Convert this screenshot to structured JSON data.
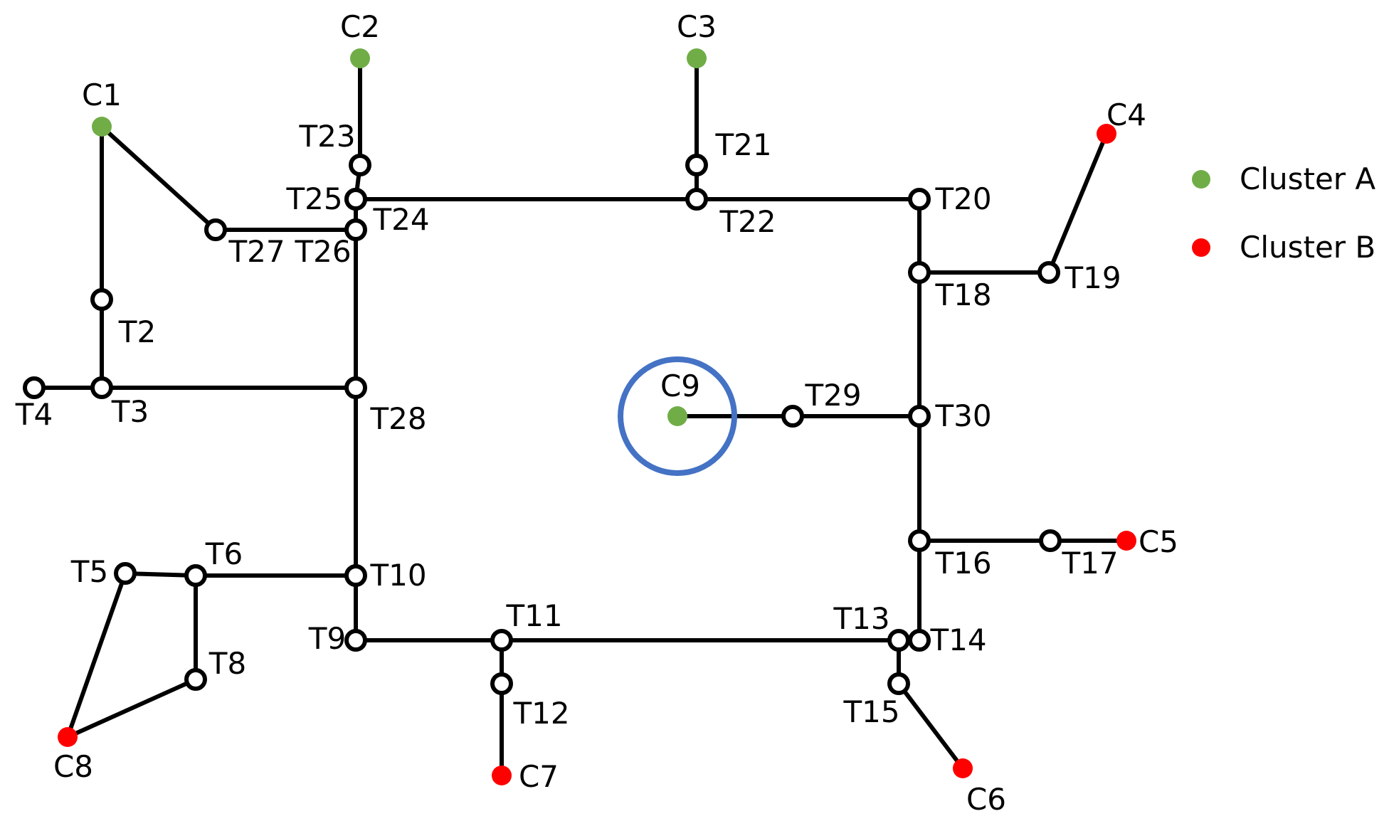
{
  "colors": {
    "cluster_a": "#70AD47",
    "cluster_b": "#FF0000",
    "highlight": "#4472C4",
    "edge": "#000000"
  },
  "legend": {
    "cluster_a": "Cluster A",
    "cluster_b": "Cluster B"
  },
  "highlighted_node": "C9",
  "nodes": [
    {
      "id": "C1",
      "label": "C1",
      "kind": "client",
      "cluster": "A"
    },
    {
      "id": "C2",
      "label": "C2",
      "kind": "client",
      "cluster": "A"
    },
    {
      "id": "C3",
      "label": "C3",
      "kind": "client",
      "cluster": "A"
    },
    {
      "id": "C4",
      "label": "C4",
      "kind": "client",
      "cluster": "B"
    },
    {
      "id": "C5",
      "label": "C5",
      "kind": "client",
      "cluster": "B"
    },
    {
      "id": "C6",
      "label": "C6",
      "kind": "client",
      "cluster": "B"
    },
    {
      "id": "C7",
      "label": "C7",
      "kind": "client",
      "cluster": "B"
    },
    {
      "id": "C8",
      "label": "C8",
      "kind": "client",
      "cluster": "B"
    },
    {
      "id": "C9",
      "label": "C9",
      "kind": "client",
      "cluster": "A"
    },
    {
      "id": "T2",
      "label": "T2",
      "kind": "terminal"
    },
    {
      "id": "T3",
      "label": "T3",
      "kind": "terminal"
    },
    {
      "id": "T4",
      "label": "T4",
      "kind": "terminal"
    },
    {
      "id": "T5",
      "label": "T5",
      "kind": "terminal"
    },
    {
      "id": "T6",
      "label": "T6",
      "kind": "terminal"
    },
    {
      "id": "T8",
      "label": "T8",
      "kind": "terminal"
    },
    {
      "id": "T9",
      "label": "T9",
      "kind": "terminal"
    },
    {
      "id": "T10",
      "label": "T10",
      "kind": "terminal"
    },
    {
      "id": "T11",
      "label": "T11",
      "kind": "terminal"
    },
    {
      "id": "T12",
      "label": "T12",
      "kind": "terminal"
    },
    {
      "id": "T13",
      "label": "T13",
      "kind": "terminal"
    },
    {
      "id": "T14",
      "label": "T14",
      "kind": "terminal"
    },
    {
      "id": "T15",
      "label": "T15",
      "kind": "terminal"
    },
    {
      "id": "T16",
      "label": "T16",
      "kind": "terminal"
    },
    {
      "id": "T17",
      "label": "T17",
      "kind": "terminal"
    },
    {
      "id": "T18",
      "label": "T18",
      "kind": "terminal"
    },
    {
      "id": "T19",
      "label": "T19",
      "kind": "terminal"
    },
    {
      "id": "T20",
      "label": "T20",
      "kind": "terminal"
    },
    {
      "id": "T21",
      "label": "T21",
      "kind": "terminal"
    },
    {
      "id": "T22",
      "label": "T22",
      "kind": "terminal"
    },
    {
      "id": "T23",
      "label": "T23",
      "kind": "terminal"
    },
    {
      "id": "T24",
      "label": "T24",
      "kind": "terminal"
    },
    {
      "id": "T25",
      "label": "T25",
      "kind": "terminal"
    },
    {
      "id": "T26",
      "label": "T26",
      "kind": "terminal"
    },
    {
      "id": "T27",
      "label": "T27",
      "kind": "terminal"
    },
    {
      "id": "T28",
      "label": "T28",
      "kind": "terminal"
    },
    {
      "id": "T29",
      "label": "T29",
      "kind": "terminal"
    },
    {
      "id": "T30",
      "label": "T30",
      "kind": "terminal"
    }
  ],
  "edges": [
    [
      "C1",
      "T2"
    ],
    [
      "T2",
      "T3"
    ],
    [
      "T4",
      "T3"
    ],
    [
      "T3",
      "T28"
    ],
    [
      "C1",
      "T27"
    ],
    [
      "T27",
      "T26"
    ],
    [
      "C2",
      "T23"
    ],
    [
      "T23",
      "T25"
    ],
    [
      "T25",
      "T24"
    ],
    [
      "T24",
      "T26"
    ],
    [
      "T24",
      "T22"
    ],
    [
      "T22",
      "T20"
    ],
    [
      "C3",
      "T21"
    ],
    [
      "T21",
      "T22"
    ],
    [
      "T26",
      "T28"
    ],
    [
      "T28",
      "T10"
    ],
    [
      "T10",
      "T6"
    ],
    [
      "T6",
      "T5"
    ],
    [
      "T5",
      "C8"
    ],
    [
      "C8",
      "T8"
    ],
    [
      "T8",
      "T6"
    ],
    [
      "T10",
      "T9"
    ],
    [
      "T9",
      "T11"
    ],
    [
      "T11",
      "T13"
    ],
    [
      "T13",
      "T14"
    ],
    [
      "T11",
      "T12"
    ],
    [
      "T12",
      "C7"
    ],
    [
      "T13",
      "T15"
    ],
    [
      "T15",
      "C6"
    ],
    [
      "T14",
      "T16"
    ],
    [
      "T16",
      "T30"
    ],
    [
      "T30",
      "T18"
    ],
    [
      "T18",
      "T20"
    ],
    [
      "T16",
      "T17"
    ],
    [
      "T17",
      "C5"
    ],
    [
      "T18",
      "T19"
    ],
    [
      "T19",
      "C4"
    ],
    [
      "C9",
      "T29"
    ],
    [
      "T29",
      "T30"
    ]
  ]
}
